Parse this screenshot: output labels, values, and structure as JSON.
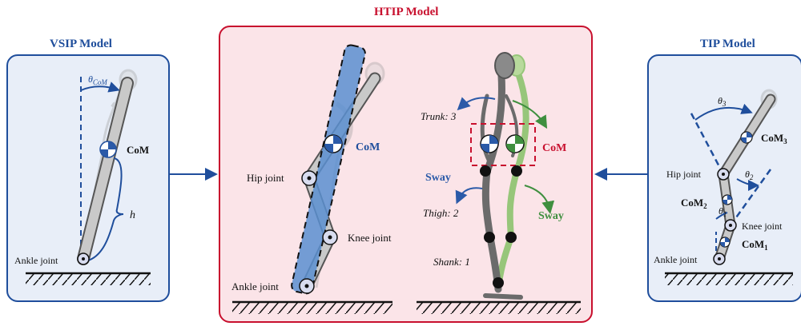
{
  "titles": {
    "vsip": "VSIP Model",
    "htip": "HTIP Model",
    "tip": "TIP Model"
  },
  "colors": {
    "blue_panel_bg": "#e8eef8",
    "blue_border": "#1f4e9c",
    "red_panel_bg": "#fbe4e8",
    "red_border": "#c8102e",
    "segment_gray": "#bfbfbf",
    "segment_blue": "#5b8fd0",
    "green": "#3f8f3f",
    "sway_blue": "#2b5aa8"
  },
  "vsip": {
    "theta": "θ",
    "theta_sub": "CoM",
    "com": "CoM",
    "h": "h",
    "ankle": "Ankle joint"
  },
  "htip": {
    "com_left": "CoM",
    "hip": "Hip joint",
    "knee": "Knee joint",
    "ankle": "Ankle joint",
    "trunk": "Trunk: 3",
    "thigh": "Thigh: 2",
    "shank": "Shank: 1",
    "com_right": "CoM",
    "sway_blue": "Sway",
    "sway_green": "Sway"
  },
  "tip": {
    "theta3": "θ",
    "theta3_sub": "3",
    "theta2": "θ",
    "theta2_sub": "2",
    "theta1": "θ",
    "theta1_sub": "1",
    "com3": "CoM",
    "com3_sub": "3",
    "com2": "CoM",
    "com2_sub": "2",
    "com1": "CoM",
    "com1_sub": "1",
    "hip": "Hip joint",
    "knee": "Knee joint",
    "ankle": "Ankle joint"
  }
}
